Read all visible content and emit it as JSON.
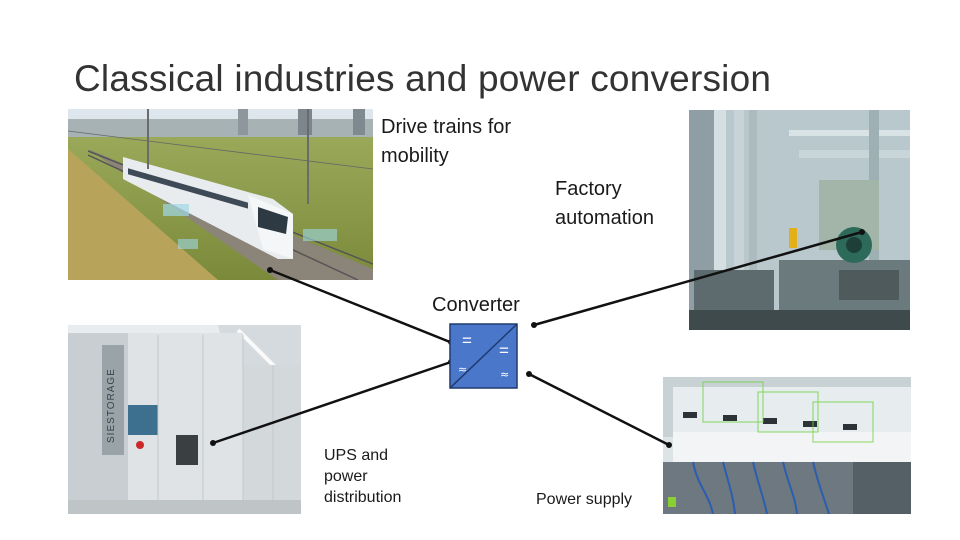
{
  "slide": {
    "title": "Classical industries and power conversion",
    "converter": {
      "label": "Converter",
      "symbols": {
        "dc_left": "=",
        "ac_left": "≈",
        "dc_right": "=",
        "ac_right": "≈"
      }
    },
    "nodes": {
      "mobility": {
        "label": "Drive trains for mobility",
        "line1": "Drive trains for",
        "line2": "mobility",
        "image": "train-photo"
      },
      "factory": {
        "label": "Factory automation",
        "line1": "Factory",
        "line2": "automation",
        "image": "factory-photo"
      },
      "ups": {
        "label": "UPS and power distribution",
        "line1": "UPS and",
        "line2": "power",
        "line3": "distribution",
        "image": "siestorage-photo",
        "cabinet_text": "SIESTORAGE"
      },
      "power_supply": {
        "label": "Power supply",
        "image": "power-supply-photo"
      }
    },
    "colors": {
      "converter_fill": "#4a77c9",
      "converter_stroke": "#1f3a70",
      "connector": "#111111"
    }
  }
}
